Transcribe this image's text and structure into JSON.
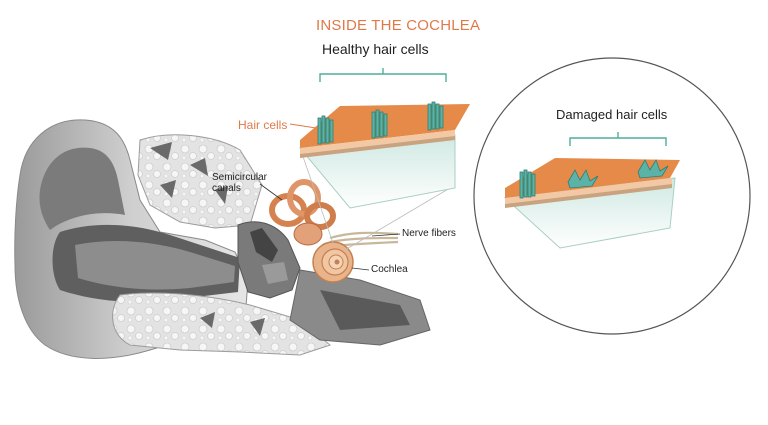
{
  "diagram": {
    "title": "INSIDE THE COCHLEA",
    "healthy_label": "Healthy hair cells",
    "damaged_label": "Damaged hair cells",
    "hair_cells_label": "Hair cells",
    "semicircular_label": "Semicircular canals",
    "nerve_label": "Nerve fibers",
    "cochlea_label": "Cochlea"
  },
  "colors": {
    "accent": "#e0794a",
    "tissue_orange": "#e68a4a",
    "hair_teal": "#5bb2a6",
    "membrane": "#dcefe9",
    "ear_gray": "#c7c7c7",
    "ear_dark": "#6f6f6f"
  }
}
